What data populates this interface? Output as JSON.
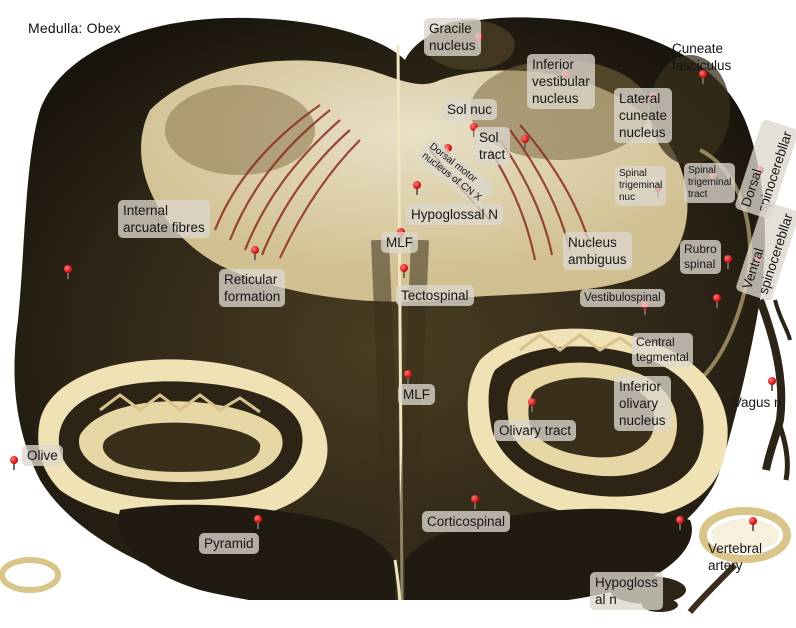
{
  "title": "Medulla: Obex",
  "labels": {
    "gracile": "Gracile\nnucleus",
    "cuneate_fasc": "Cuneate\nfasciculus",
    "inf_vest": "Inferior\nvestibular\nnucleus",
    "lat_cuneate": "Lateral\ncuneate\nnucleus",
    "sol_nuc": "Sol  nuc",
    "sol_tract": "Sol\ntract",
    "dmnx": "Dorsal motor\nnucleus of CN X",
    "sp_trig_nuc": "Spinal\ntrigeminal\nnuc",
    "sp_trig_tract": "Spinal\ntrigeminal\ntract",
    "dorsal_sc": "Dorsal\nspinocerebllar",
    "ventral_sc": "Ventral\nspinocerebllar",
    "internal_arcuate": "Internal\narcuate fibres",
    "hypoglossal_n": "Hypoglossal N",
    "mlf_top": "MLF",
    "nuc_ambiguus": "Nucleus\nambiguus",
    "rubrospinal": "Rubro\nspinal",
    "reticular": "Reticular\nformation",
    "tectospinal": "Tectospinal",
    "vestibulospinal": "Vestibulospinal",
    "central_teg": "Central\ntegmental",
    "mlf_mid": "MLF",
    "inf_olivary": "Inferior\nolivary\nnucleus",
    "vagus": "Vagus n",
    "olivary_tract": "Olivary tract",
    "olive": "Olive",
    "corticospinal": "Corticospinal",
    "pyramid": "Pyramid",
    "vertebral": "Vertebral\nartery",
    "hypoglossal_root": "Hypogloss\nal n"
  },
  "colors": {
    "tissue_light": "#e9dcb0",
    "tissue_dark": "#2e2618",
    "tissue_mid": "#6b5a36",
    "fibres_red": "#8a2e22",
    "pin": "#d41212"
  }
}
